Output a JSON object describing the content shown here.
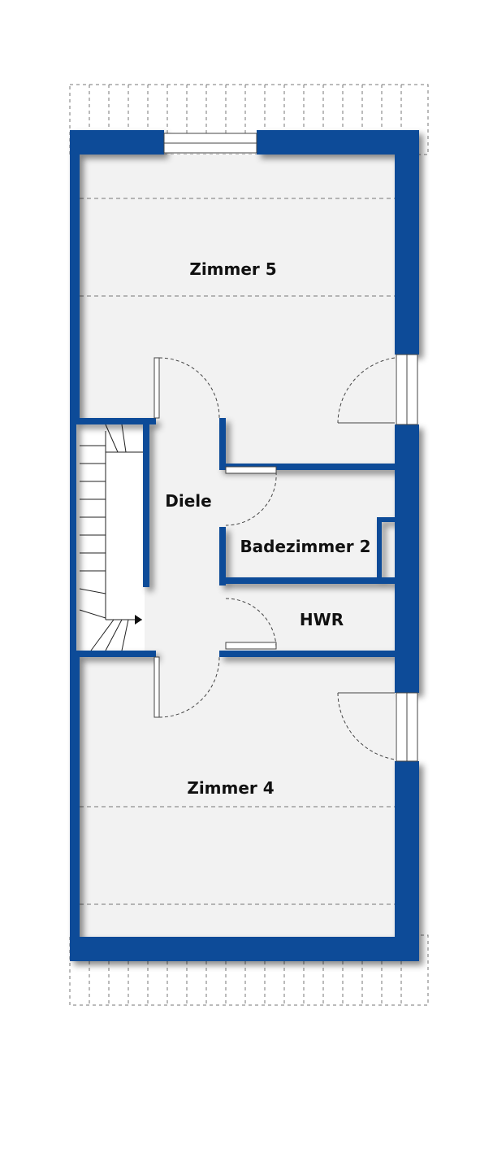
{
  "floorplan": {
    "rooms": [
      {
        "id": "zimmer5",
        "label": "Zimmer 5"
      },
      {
        "id": "diele",
        "label": "Diele"
      },
      {
        "id": "badezimmer2",
        "label": "Badezimmer 2"
      },
      {
        "id": "hwr",
        "label": "HWR"
      },
      {
        "id": "zimmer4",
        "label": "Zimmer 4"
      }
    ],
    "colors": {
      "wall": "#0a4c98",
      "floor": "#f2f2f2",
      "dashed": "#777777",
      "door": "#444444"
    }
  }
}
